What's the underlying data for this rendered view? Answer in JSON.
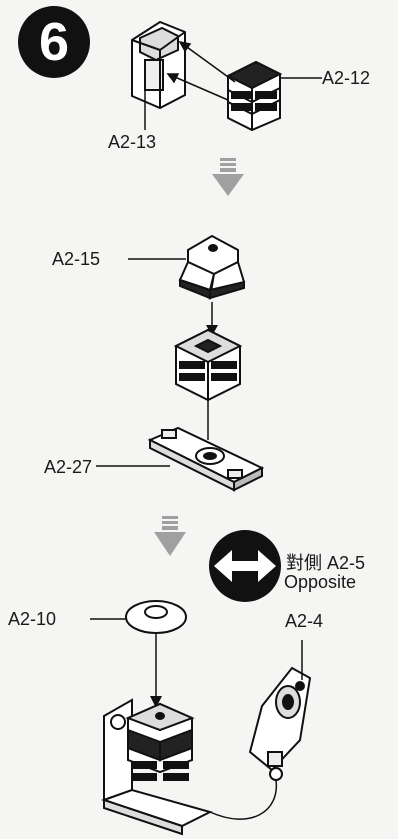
{
  "step": {
    "number": "6"
  },
  "parts": {
    "a2_12": "A2-12",
    "a2_13": "A2-13",
    "a2_15": "A2-15",
    "a2_27": "A2-27",
    "a2_10": "A2-10",
    "a2_4": "A2-4"
  },
  "opposite": {
    "title": "對側 A2-5",
    "subtitle": "Opposite",
    "icon": "double-arrow-icon"
  },
  "colors": {
    "ink": "#1a1a1a",
    "arrow_gray": "#a0a0a0",
    "background": "#f5f5f3"
  }
}
